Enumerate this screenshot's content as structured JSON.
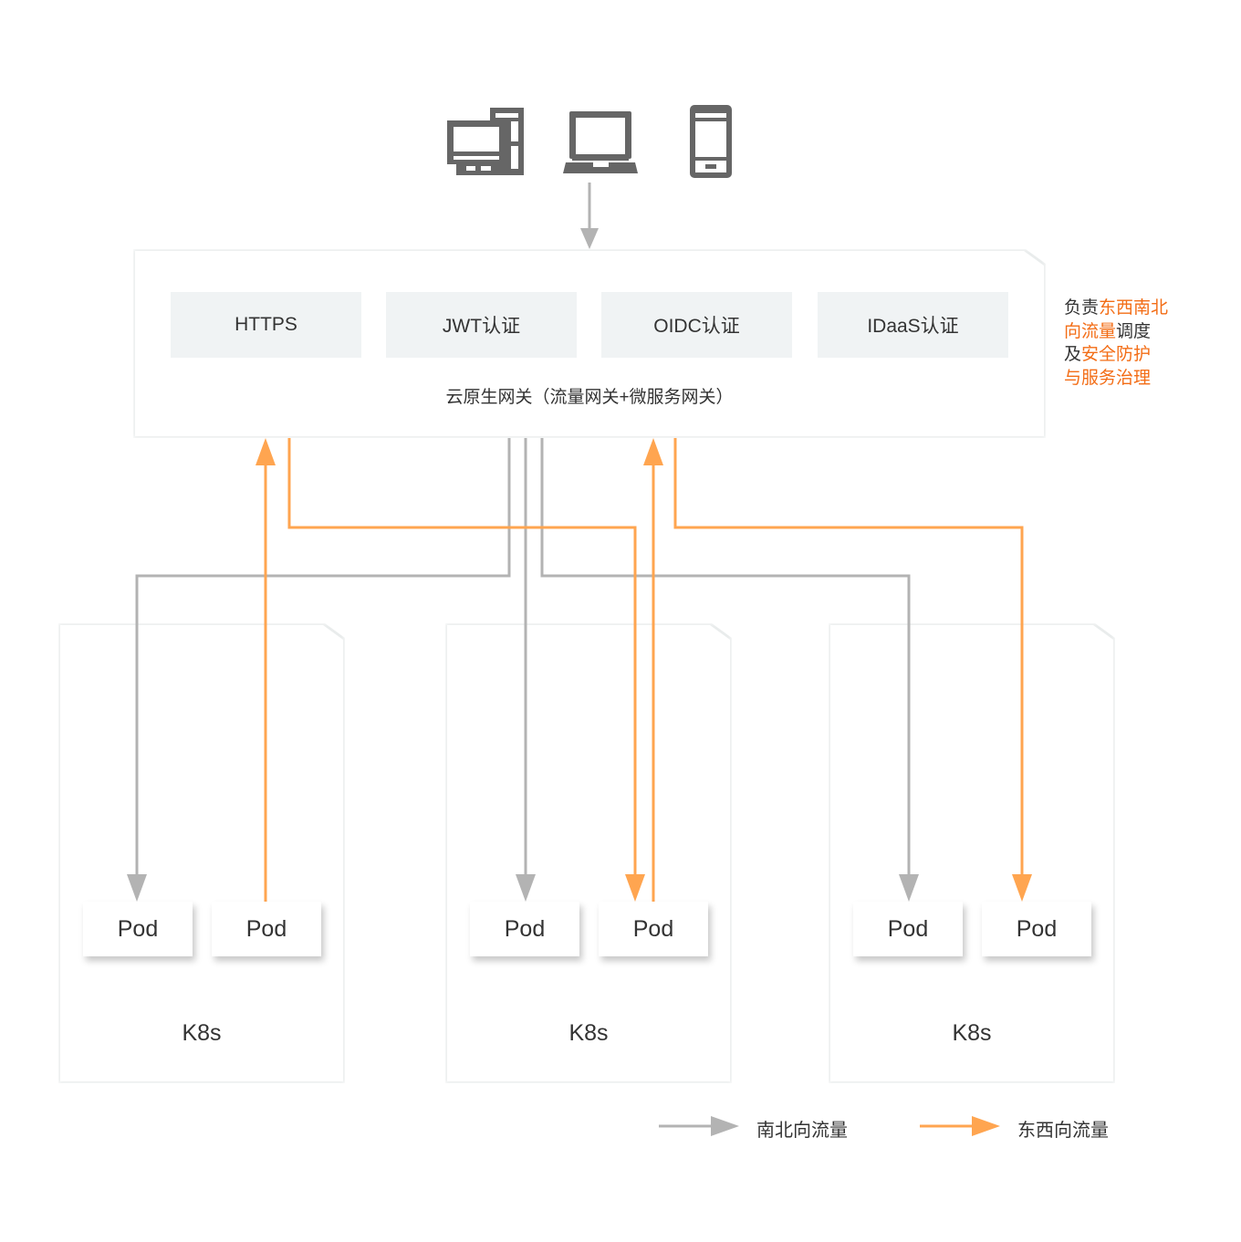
{
  "clients": [
    {
      "icon": "desktop-computer-icon"
    },
    {
      "icon": "laptop-icon"
    },
    {
      "icon": "mobile-phone-icon"
    }
  ],
  "gateway": {
    "features": [
      "HTTPS",
      "JWT认证",
      "OIDC认证",
      "IDaaS认证"
    ],
    "label": "云原生网关（流量网关+微服务网关）"
  },
  "note": {
    "segments": [
      {
        "text": "负责",
        "highlight": false
      },
      {
        "text": "东西南北向流量",
        "highlight": true
      },
      {
        "text": "调度及",
        "highlight": false
      },
      {
        "text": "安全防护与服务治理",
        "highlight": true
      }
    ],
    "lines": [
      [
        {
          "text": "负责",
          "hl": false
        },
        {
          "text": "东西南北",
          "hl": true
        }
      ],
      [
        {
          "text": "向流量",
          "hl": true
        },
        {
          "text": "调度",
          "hl": false
        }
      ],
      [
        {
          "text": "及",
          "hl": false
        },
        {
          "text": "安全防护",
          "hl": true
        }
      ],
      [
        {
          "text": "与服务治理",
          "hl": true
        }
      ]
    ]
  },
  "clusters": [
    {
      "label": "K8s",
      "pods": [
        "Pod",
        "Pod"
      ]
    },
    {
      "label": "K8s",
      "pods": [
        "Pod",
        "Pod"
      ]
    },
    {
      "label": "K8s",
      "pods": [
        "Pod",
        "Pod"
      ]
    }
  ],
  "legend": [
    {
      "label": "南北向流量",
      "color": "#b3b3b3"
    },
    {
      "label": "东西向流量",
      "color": "#ffa550"
    }
  ],
  "colors": {
    "north_south": "#b3b3b3",
    "east_west": "#ffa550",
    "highlight_text": "#f36d16",
    "icon": "#666666",
    "feature_bg": "#f0f3f4"
  }
}
